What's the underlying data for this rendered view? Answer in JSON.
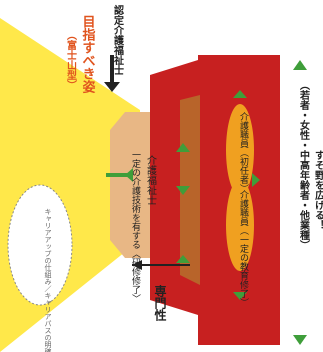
{
  "labels": {
    "goal_title": "目指すべき姿",
    "goal_subtitle": "（富士山型）",
    "top_role": "認定介護福祉士",
    "top_section_role": "介護福祉士",
    "top_section_note": "一定の介護技術を有する〈研修修了〉",
    "middle_section_role": "介護職員（一定の教育修了）",
    "bottom_section_role": "介護職員（初任者）",
    "right_band": "（若者・女性・中高年齢者・他業種）",
    "right_band_bottom": "すそ野を広げる！",
    "axis_label": "専門性",
    "cloud_text": "キャリアアップの仕組み／キャリアパスの明確化"
  },
  "colors": {
    "yellow": "#ffe84a",
    "peach": "#e8b785",
    "brown": "#b8642a",
    "red": "#c72020",
    "orange_oval": "#f0a020",
    "green": "#3f9e3a",
    "title_orange": "#e0541e"
  }
}
